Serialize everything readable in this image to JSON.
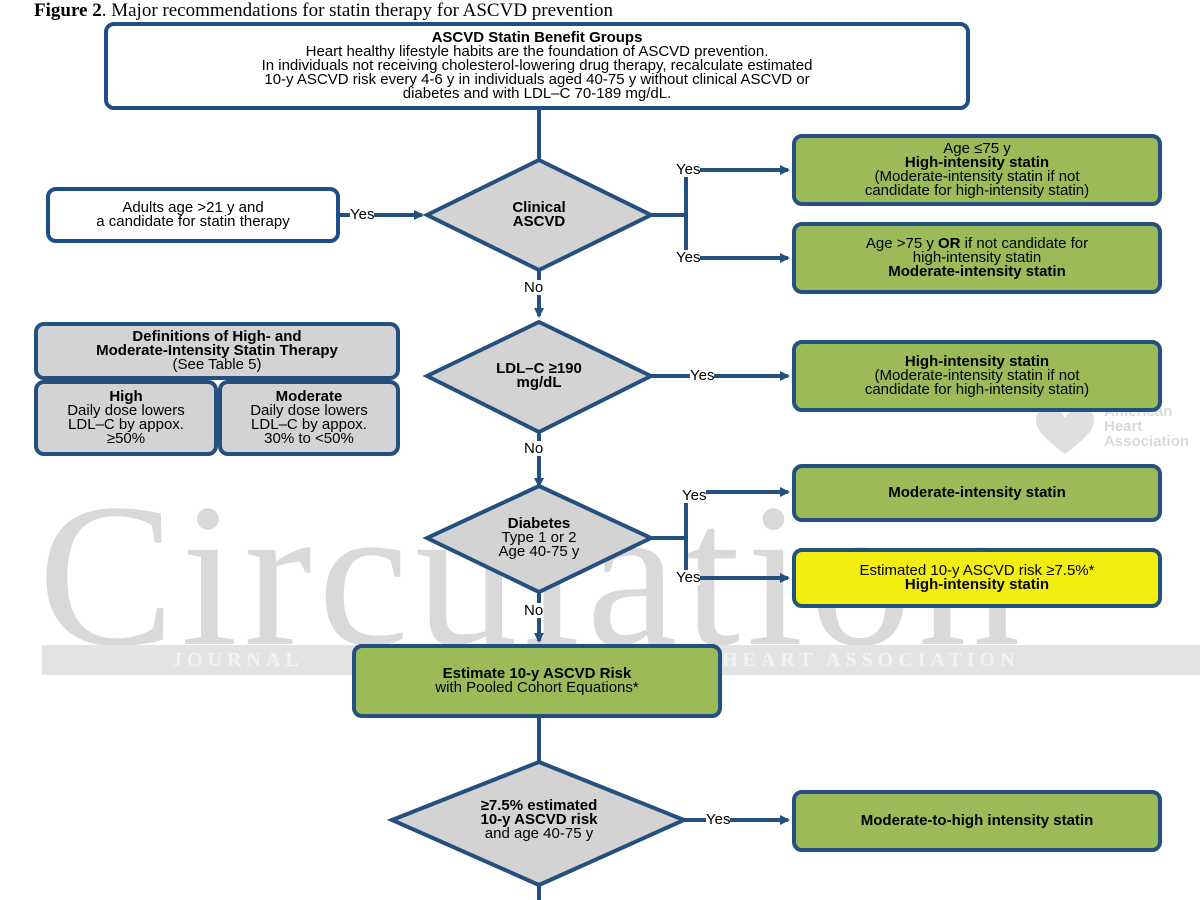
{
  "caption": {
    "figure_label": "Figure 2",
    "title": ". Major recommendations for statin therapy for ASCVD prevention"
  },
  "top_box": {
    "title": "ASCVD Statin Benefit Groups",
    "line1": "Heart healthy lifestyle habits are the foundation of ASCVD prevention.",
    "line2": "In individuals not receiving cholesterol-lowering drug therapy, recalculate estimated",
    "line3": "10-y ASCVD risk every 4-6 y in individuals aged 40-75 y without clinical ASCVD or",
    "line4": "diabetes and with LDL–C 70-189 mg/dL."
  },
  "adults_box": {
    "line1": "Adults age >21 y and",
    "line2": "a candidate for statin therapy"
  },
  "decisions": {
    "clinical_ascvd": {
      "line1": "Clinical",
      "line2": "ASCVD"
    },
    "ldl": {
      "line1": "LDL–C ≥190",
      "line2": "mg/dL"
    },
    "diabetes": {
      "line1": "Diabetes",
      "line2": "Type 1 or 2",
      "line3": "Age 40-75 y"
    },
    "risk": {
      "line1": "≥7.5% estimated",
      "line2": "10-y ASCVD risk",
      "line3": "and age 40-75 y"
    }
  },
  "outcomes": {
    "ascvd_le75": {
      "age": "Age ≤75 y",
      "main": "High-intensity statin",
      "note1": "(Moderate-intensity statin if not",
      "note2": "candidate for high-intensity statin)"
    },
    "ascvd_gt75": {
      "line1_pre": "Age >75 y ",
      "line1_or": "OR",
      "line1_post": " if not candidate for",
      "line2": "high-intensity statin",
      "main": "Moderate-intensity statin"
    },
    "ldl_high": {
      "main": "High-intensity statin",
      "note1": "(Moderate-intensity statin if not",
      "note2": "candidate for high-intensity statin)"
    },
    "diabetes_moderate": {
      "main": "Moderate-intensity statin"
    },
    "diabetes_high": {
      "line1": "Estimated 10-y ASCVD risk ≥7.5%*",
      "main": "High-intensity statin"
    },
    "risk_outcome": {
      "main": "Moderate-to-high intensity statin"
    }
  },
  "estimate_box": {
    "title": "Estimate 10-y ASCVD Risk",
    "subtitle": "with Pooled Cohort Equations*"
  },
  "definitions": {
    "title1": "Definitions of High- and",
    "title2": "Moderate-Intensity Statin Therapy",
    "ref": "(See Table 5)",
    "high": {
      "title": "High",
      "l1": "Daily dose lowers",
      "l2": "LDL–C by appox.",
      "l3": "≥50%"
    },
    "moderate": {
      "title": "Moderate",
      "l1": "Daily dose lowers",
      "l2": "LDL–C by appox.",
      "l3": "30% to <50%"
    }
  },
  "labels": {
    "yes": "Yes",
    "no": "No"
  },
  "watermark": {
    "word": "Circulation",
    "band_left": "JOURNAL",
    "band_right": "HEART ASSOCIATION",
    "logo_l1": "American",
    "logo_l2": "Heart",
    "logo_l3": "Association"
  },
  "colors": {
    "arrow": "#24507f",
    "green": "#9bbb59",
    "yellow": "#f2ef10",
    "gray": "#d3d3d3"
  }
}
